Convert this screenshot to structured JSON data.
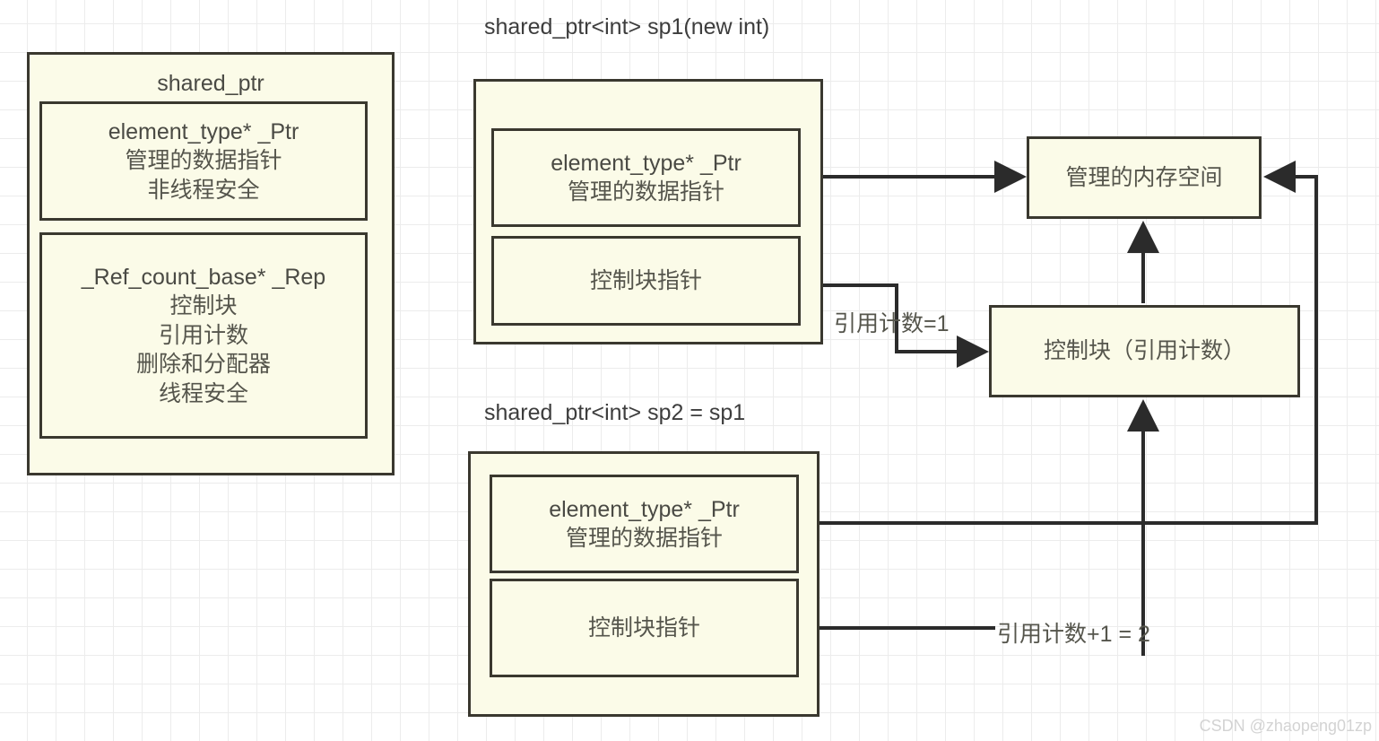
{
  "diagram": {
    "title_hidden": "C++ shared_ptr reference counting diagram",
    "watermark": "CSDN @zhaopeng01zp",
    "colors": {
      "box_fill": "#fbfbe8",
      "box_border": "#3a382f",
      "line": "#2b2b2b",
      "grid": "#ececec",
      "text": "#4a4a44",
      "watermark": "#d3d3d3"
    }
  },
  "structure_box": {
    "title": "shared_ptr",
    "slot1": {
      "line1": "element_type* _Ptr",
      "line2": "管理的数据指针",
      "line3": "非线程安全"
    },
    "slot2": {
      "line1": "_Ref_count_base* _Rep",
      "line2": "控制块",
      "line3": "引用计数",
      "line4": "删除和分配器",
      "line5": "线程安全"
    }
  },
  "sp1": {
    "caption": "shared_ptr<int> sp1(new int)",
    "data_ptr": {
      "line1": "element_type* _Ptr",
      "line2": "管理的数据指针"
    },
    "ctrl_ptr": {
      "line1": "控制块指针"
    }
  },
  "sp2": {
    "caption": "shared_ptr<int> sp2 = sp1",
    "data_ptr": {
      "line1": "element_type* _Ptr",
      "line2": "管理的数据指针"
    },
    "ctrl_ptr": {
      "line1": "控制块指针"
    }
  },
  "managed_memory": {
    "label": "管理的内存空间"
  },
  "control_block": {
    "label": "控制块（引用计数）"
  },
  "edges": {
    "refcount_1": "引用计数=1",
    "refcount_2": "引用计数+1 = 2"
  }
}
